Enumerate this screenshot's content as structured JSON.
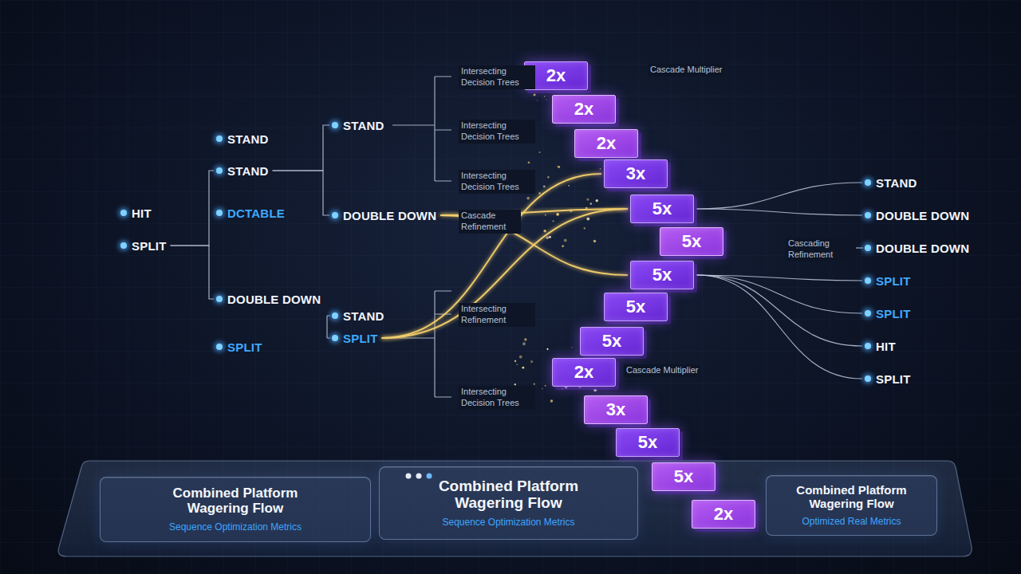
{
  "diagram": {
    "nodes": [
      {
        "text": [
          "HIT"
        ]
      },
      {
        "text": [
          "SPLIT"
        ]
      },
      {
        "text": [
          "STAND"
        ]
      },
      {
        "text": [
          "STAND"
        ]
      },
      {
        "text": [
          "DCTABLE"
        ]
      },
      {
        "text": [
          "DOUBLE DOWN"
        ]
      },
      {
        "text": [
          "SPLIT"
        ]
      },
      {
        "text": [
          "STAND"
        ]
      },
      {
        "text": [
          "DOUBLE DOWN"
        ]
      },
      {
        "text": [
          "STAND"
        ]
      },
      {
        "text": [
          "SPLIT"
        ]
      },
      {
        "text": [
          "2x"
        ]
      },
      {
        "text": [
          "2x"
        ]
      },
      {
        "text": [
          "2x"
        ]
      },
      {
        "text": [
          "3x"
        ]
      },
      {
        "text": [
          "5x"
        ]
      },
      {
        "text": [
          "5x"
        ]
      },
      {
        "text": [
          "5x"
        ]
      },
      {
        "text": [
          "5x"
        ]
      },
      {
        "text": [
          "5x"
        ]
      },
      {
        "text": [
          "2x"
        ]
      },
      {
        "text": [
          "3x"
        ]
      },
      {
        "text": [
          "5x"
        ]
      },
      {
        "text": [
          "5x"
        ]
      },
      {
        "text": [
          "2x"
        ]
      },
      {
        "text": [
          "STAND"
        ]
      },
      {
        "text": [
          "DOUBLE DOWN"
        ]
      },
      {
        "text": [
          "DOUBLE DOWN"
        ]
      },
      {
        "text": [
          "SPLIT"
        ]
      },
      {
        "text": [
          "SPLIT"
        ]
      },
      {
        "text": [
          "HIT"
        ]
      },
      {
        "text": [
          "SPLIT"
        ]
      },
      {
        "text": [
          "Combined Platform Wagering Flow",
          "Sequence Optimization Metrics"
        ]
      },
      {
        "text": [
          "Combined Platform Wagering Flow",
          "Sequence Optimization Metrics"
        ]
      },
      {
        "text": [
          "Combined Platform Wagering Flow",
          "Optimized Real Metrics"
        ]
      }
    ],
    "edges": [
      {
        "from": 1,
        "to": 3,
        "arrow": "none"
      },
      {
        "from": 1,
        "to": 5,
        "arrow": "none"
      },
      {
        "from": 3,
        "to": 7,
        "arrow": "none"
      },
      {
        "from": 3,
        "to": 8,
        "arrow": "none"
      },
      {
        "from": 8,
        "to": 15,
        "arrow": "none"
      },
      {
        "from": 8,
        "to": 17,
        "arrow": "none"
      },
      {
        "from": 10,
        "to": 14,
        "arrow": "none"
      },
      {
        "from": 10,
        "to": 15,
        "arrow": "none"
      },
      {
        "from": 15,
        "to": 25,
        "arrow": "none"
      },
      {
        "from": 15,
        "to": 26,
        "arrow": "none"
      },
      {
        "from": 17,
        "to": 28,
        "arrow": "none"
      },
      {
        "from": 17,
        "to": 29,
        "arrow": "none"
      },
      {
        "from": 17,
        "to": 30,
        "arrow": "none"
      },
      {
        "from": 17,
        "to": 31,
        "arrow": "none"
      }
    ],
    "labels": [
      "Intersecting Decision Trees",
      "Intersecting Decision Trees",
      "Intersecting Decision Trees",
      "Cascade Refinement",
      "Intersecting Refinement",
      "Intersecting Decision Trees",
      "Cascade Multiplier",
      "Cascade Multiplier",
      "Cascading Refinement"
    ]
  }
}
